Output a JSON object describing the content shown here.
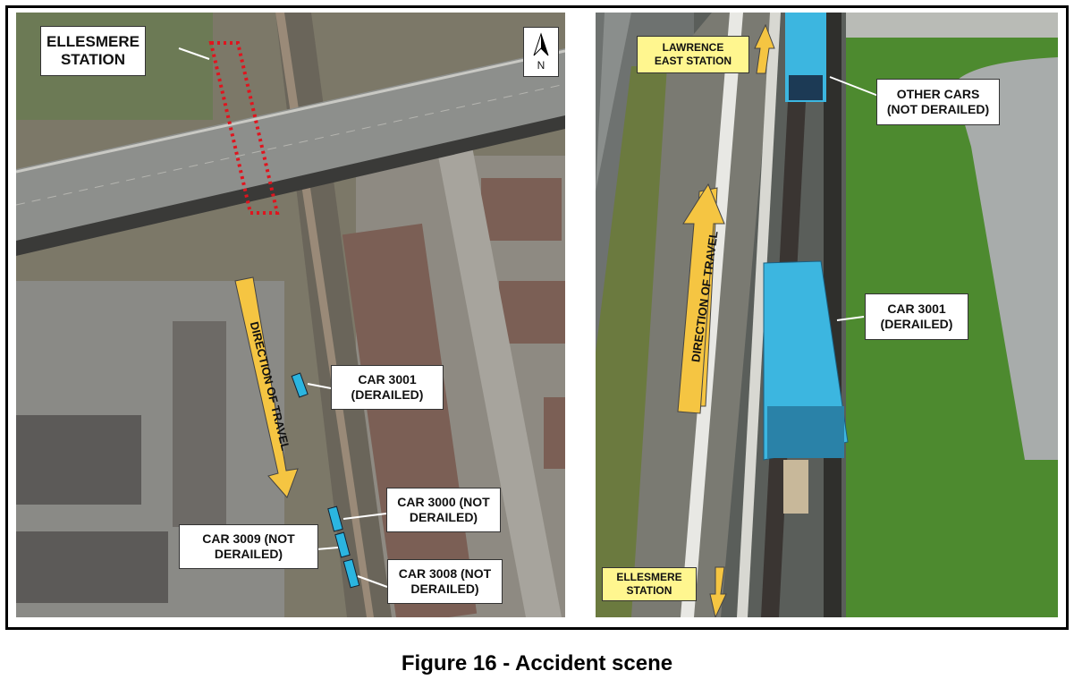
{
  "left_photo": {
    "station_label": [
      "ELLESMERE",
      "STATION"
    ],
    "compass_letter": "N",
    "direction_label": "DIRECTION OF TRAVEL",
    "car_3001": [
      "CAR 3001",
      "(DERAILED)"
    ],
    "car_3000": [
      "CAR 3000 (NOT",
      "DERAILED)"
    ],
    "car_3009": [
      "CAR 3009 (NOT",
      "DERAILED)"
    ],
    "car_3008": [
      "CAR 3008 (NOT",
      "DERAILED)"
    ]
  },
  "right_photo": {
    "north_station": [
      "LAWRENCE",
      "EAST STATION"
    ],
    "other_cars": [
      "OTHER CARS",
      "(NOT DERAILED)"
    ],
    "car_3001": [
      "CAR 3001",
      "(DERAILED)"
    ],
    "direction_label": "DIRECTION OF TRAVEL",
    "south_station": [
      "ELLESMERE",
      "STATION"
    ]
  },
  "caption": "Figure 16 - Accident scene",
  "colors": {
    "label_yellow": "#fff68f",
    "arrow_yellow": "#f5c542",
    "car_blue": "#2bb5e0",
    "marker_red": "#e0141e"
  }
}
